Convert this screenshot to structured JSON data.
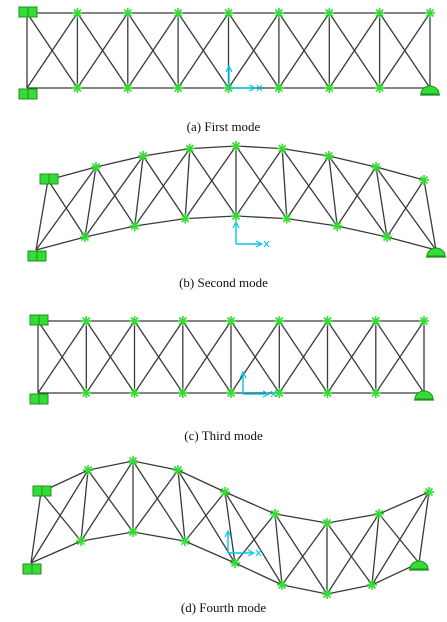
{
  "colors": {
    "member": "#3a3a3a",
    "node": "#33dd33",
    "support": "#33dd33",
    "support_edge": "#1f8f1f",
    "axis": "#00c8e0"
  },
  "icons": {
    "node": "asterisk-node-icon",
    "left_support": "fixed-support-icon",
    "right_support": "roller-support-icon",
    "axes": "axis-triad-icon"
  },
  "captions": {
    "a": "(a) First mode",
    "b": "(b) Second mode",
    "c": "(c) Third mode",
    "d": "(d) Fourth mode"
  }
}
